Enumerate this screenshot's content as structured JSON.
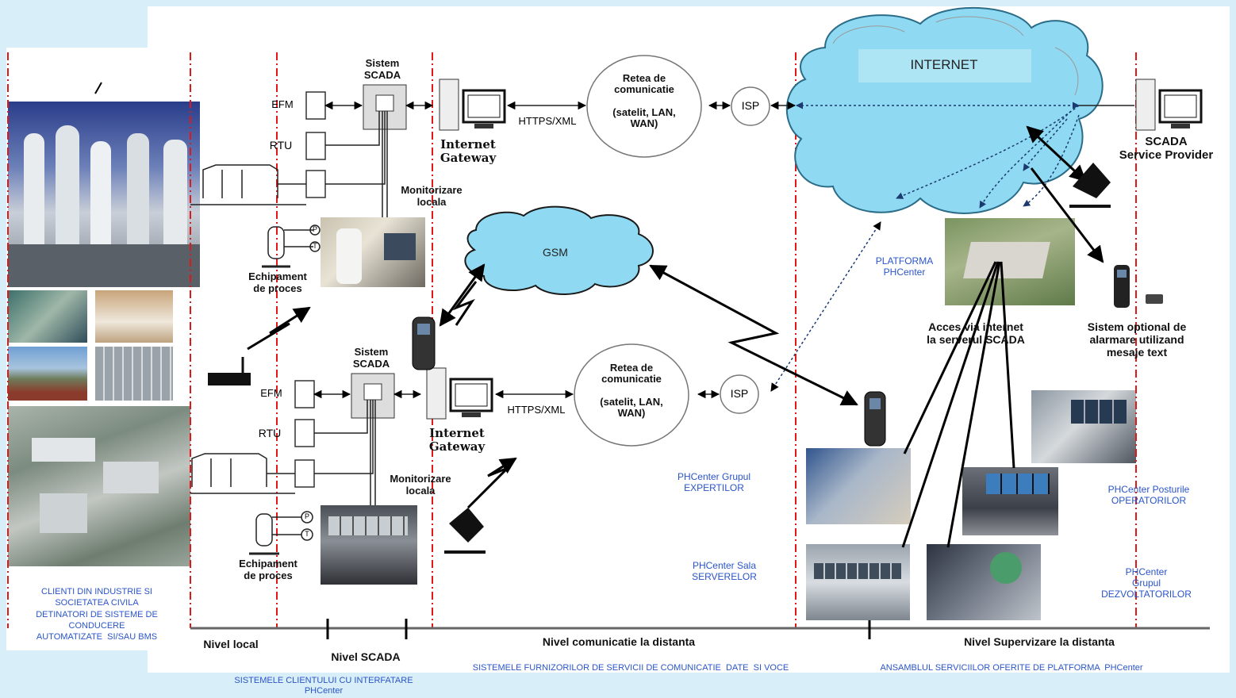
{
  "internet_label": "INTERNET",
  "gsm_label": "GSM",
  "scada_top": "Sistem\nSCADA",
  "scada_bottom": "Sistem\nSCADA",
  "efm": "EFM",
  "rtu": "RTU",
  "gateway": "Internet\nGateway",
  "https": "HTTPS/XML",
  "network": "Retea de\ncomunicatie\n\n(satelit, LAN,\nWAN)",
  "isp": "ISP",
  "monitorizare": "Monitorizare\nlocala",
  "echipament": "Echipament\nde proces",
  "p": "P",
  "t": "T",
  "service_provider": "SCADA\nService Provider",
  "platforma": "PLATFORMA\nPHCenter",
  "acces": "Acces via internet\nla serverul SCADA",
  "alarm": "Sistem optional de\nalarmare utilizand\nmesaje text",
  "grup_expertilor": "PHCenter Grupul\nEXPERTILOR",
  "sala_serverelor": "PHCenter Sala\nSERVERELOR",
  "posturile": "PHCenter Posturile\nOPERATORILOR",
  "dezvoltatorilor": "PHCenter\nGrupul\nDEZVOLTATORILOR",
  "clienti": "CLIENTI DIN INDUSTRIE SI\nSOCIETATEA CIVILA\nDETINATORI DE SISTEME DE\nCONDUCERE\nAUTOMATIZATE  SI/SAU BMS",
  "levels": {
    "local": "Nivel local",
    "scada": "Nivel SCADA",
    "comunicatie": "Nivel comunicatie la distanta",
    "supervizare": "Nivel Supervizare la distanta"
  },
  "footers": {
    "client": "SISTEMELE CLIENTULUI CU INTERFATARE\nPHCenter",
    "furnizori": "SISTEMELE FURNIZORILOR DE SERVICII DE COMUNICATIE  DATE  SI VOCE",
    "ansamblul": "ANSAMBLUL SERVICIILOR OFERITE DE PLATFORMA  PHCenter"
  }
}
